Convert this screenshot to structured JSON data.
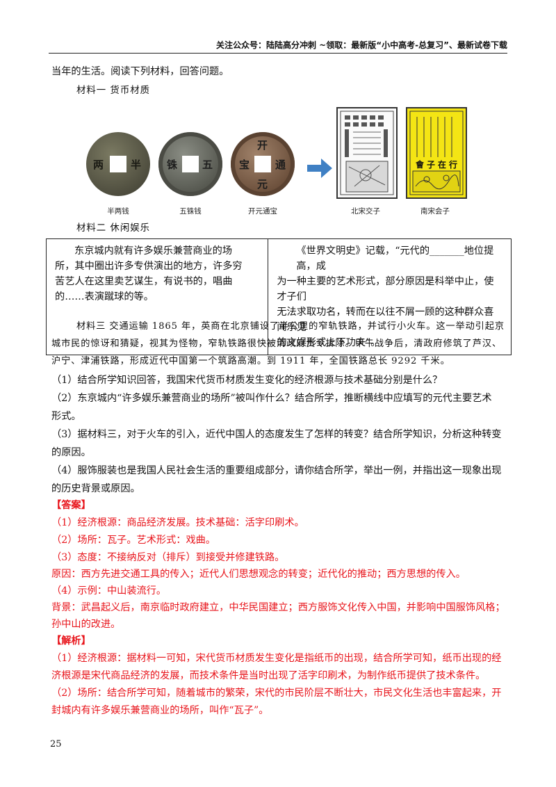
{
  "header": "关注公众号：陆陆高分冲刺 ~领取：最新版“小中高考-总复习”、最新试卷下载",
  "intro": "当年的生活。阅读下列材料，回答问题。",
  "material1": {
    "title": "材料一  货币材质",
    "captions": [
      "半两钱",
      "五铢钱",
      "开元通宝",
      "北宋交子",
      "南宋会子"
    ],
    "coin_chars": {
      "banliang": [
        "两",
        "半"
      ],
      "wuzhu": [
        "铢",
        "五"
      ],
      "kaiyuan": [
        "开",
        "元",
        "通",
        "宝"
      ]
    },
    "huizi_banner": "會子在行"
  },
  "material2": {
    "title": "材料二  休闲娱乐",
    "left": [
      "东京城内就有许多娱乐兼营商业的场",
      "所，其中圈出许多专供演出的地方，许多穷",
      "苦艺人在这里卖艺谋生，有说书的，唱曲",
      "的……表演蹴球的等。"
    ],
    "right": [
      "《世界文明史》记载，“元代的_______地位提高，成",
      "为一种主要的艺术形式，部分原因是科举中止，使才子们",
      "无法求取功名，转而在以往不屑一顾的这种群众喜闻乐见",
      "的文娱形式上下功夫”。"
    ]
  },
  "material3": [
    "材料三  交通运输 1865 年，英商在北京铺设了半公里的窄轨铁路，并试行小火车。这一举动引起京",
    "城市民的惊讶和猜疑，视其为怪物，窄轨铁路很快被清政府责令拆除。甲午战争后，清政府修筑了芦汉、",
    "沪宁、津浦铁路，形成近代中国第一个筑路高潮。到 1911 年，全国铁路总长 9292 千米。"
  ],
  "questions": [
    "（1）结合所学知识回答，我国宋代货币材质发生变化的经济根源与技术基础分别是什么？",
    "（2）东京城内“许多娱乐兼营商业的场所”被叫作什么？结合所学，推断横线中应填写的元代主要艺术",
    "形式。",
    "（3）据材料三，对于火车的引入，近代中国人的态度发生了怎样的转变？结合所学知识，分析这种转变",
    "的原因。",
    "（4）服饰服装也是我国人民社会生活的重要组成部分，请你结合所学，举出一例，并指出这一现象出现",
    "的历史背景或原因。"
  ],
  "answer_heading": "【答案】",
  "answers": [
    "（1）经济根源：商品经济发展。技术基础：活字印刷术。",
    "（2）场所：瓦子。艺术形式：戏曲。",
    "（3）态度：不接纳反对（排斥）到接受并修建铁路。",
    "原因：西方先进交通工具的传入；近代人们思想观念的转变；近代化的推动；西方思想的传入。",
    "（4）示例：中山装流行。",
    "背景：武昌起义后，南京临时政府建立，中华民国建立；西方服饰文化传入中国，并影响中国服饰风格；",
    "孙中山的改进。"
  ],
  "analysis_heading": "【解析】",
  "analysis": [
    "（1）经济根源：据材料一可知，宋代货币材质发生变化是指纸币的出现，结合所学可知，纸币出现的经",
    "济根源是宋代商品经济的发展，而技术条件是当时出现了活字印刷术，为制作纸币提供了技术条件。",
    "（2）场所：结合所学可知，随着城市的繁荣，宋代的市民阶层不断壮大，市民文化生活也丰富起来，开",
    "封城内有许多娱乐兼营商业的场所，叫作“瓦子”。"
  ],
  "page_number": "25",
  "colors": {
    "answer_red": "#e8141b",
    "huizi_yellow": "#f4e514",
    "arrow_blue": "#3f80c4",
    "coin_bronze": "#6b6450"
  }
}
